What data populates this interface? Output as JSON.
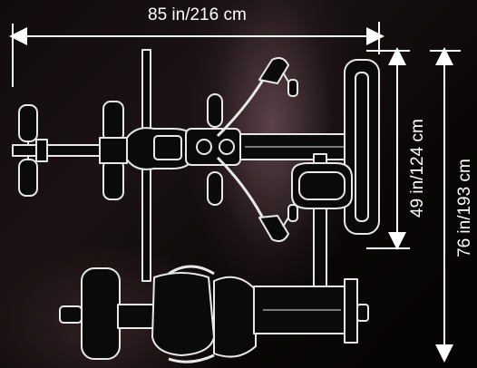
{
  "dimensions": {
    "width_label": "85 in/216 cm",
    "depth_label": "49 in/124 cm",
    "height_label": "76 in/193 cm"
  },
  "colors": {
    "background": "#0b0708",
    "line": "#ffffff",
    "equipment_fill": "#0a0a0a"
  }
}
